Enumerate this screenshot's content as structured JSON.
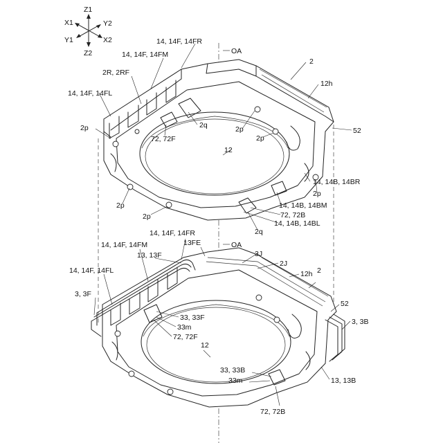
{
  "axes": {
    "z1": "Z1",
    "z2": "Z2",
    "x1": "X1",
    "x2": "X2",
    "y1": "Y1",
    "y2": "Y2"
  },
  "top": {
    "oa": "OA",
    "ref2": "2",
    "r12h": "12h",
    "r52": "52",
    "r12": "12",
    "r14F_FR": "14, 14F, 14FR",
    "r14F_FM": "14, 14F, 14FM",
    "r2R": "2R, 2RF",
    "r14F_FL": "14, 14F, 14FL",
    "p_left": "2p",
    "q_top": "2q",
    "p_mid1": "2p",
    "p_mid2": "2p",
    "r72F": "72, 72F",
    "r14B_BR": "14, 14B, 14BR",
    "p_right": "2p",
    "p_bottom_left": "2p",
    "p_bottom": "2p",
    "r14B_BM": "14, 14B, 14BM",
    "r72B": "72, 72B",
    "q_bottom": "2q",
    "r14B_BL": "14, 14B, 14BL"
  },
  "bottom": {
    "r14F_FR": "14, 14F, 14FR",
    "r13FE": "13FE",
    "oa": "OA",
    "r14F_FM": "14, 14F, 14FM",
    "r13F": "13, 13F",
    "r3J": "3J",
    "r2J": "2J",
    "r14F_FL": "14, 14F, 14FL",
    "r12h": "12h",
    "ref2": "2",
    "r3F": "3, 3F",
    "r52": "52",
    "r33F": "33, 33F",
    "r33m_a": "33m",
    "r3B": "3, 3B",
    "r72F": "72, 72F",
    "r12": "12",
    "r33B": "33, 33B",
    "r33m_b": "33m",
    "r13B": "13, 13B",
    "r72B": "72, 72B"
  }
}
